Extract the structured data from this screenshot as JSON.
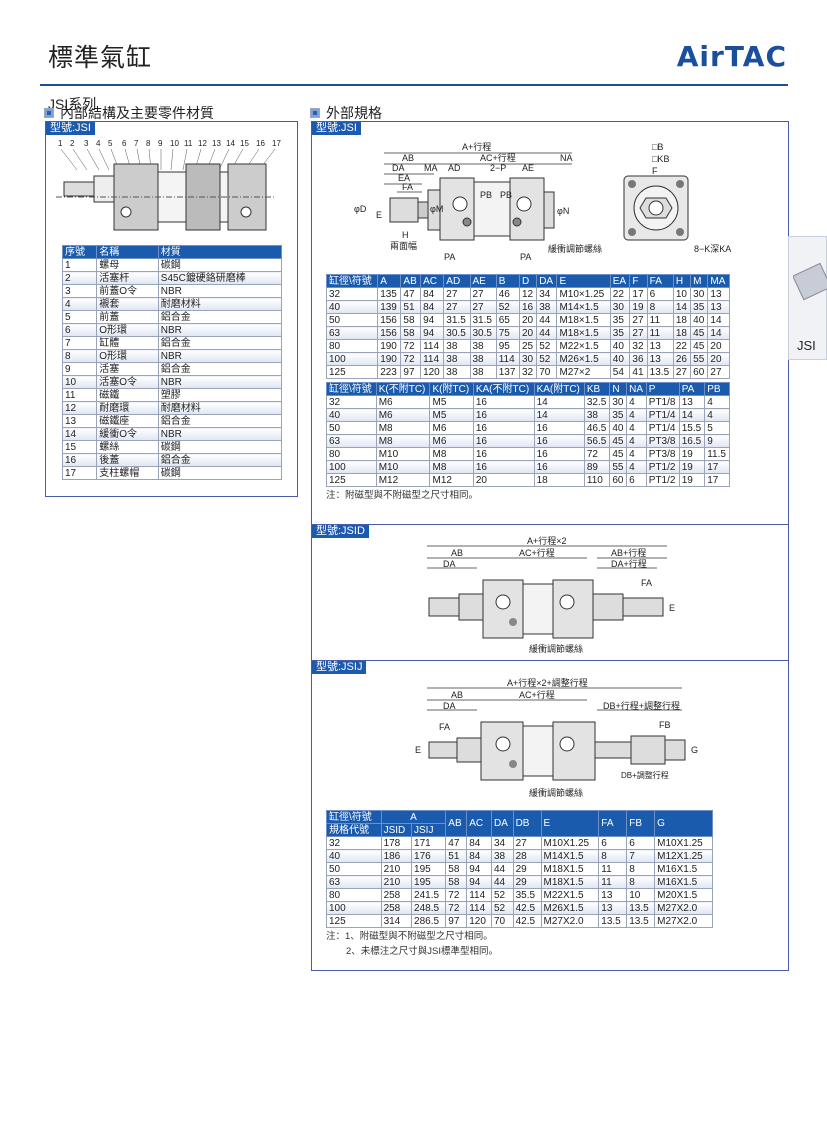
{
  "header": {
    "title": "標準氣缸",
    "logo": "AirTAC",
    "series": "JSI系列"
  },
  "left": {
    "heading": "內部結構及主要零件材質",
    "tag": "型號:JSI",
    "callouts": [
      "1",
      "2",
      "3",
      "4",
      "5",
      "6",
      "7",
      "8",
      "9",
      "10",
      "11",
      "12",
      "13",
      "14",
      "15",
      "16",
      "17"
    ],
    "parts_table": {
      "headers": [
        "序號",
        "名稱",
        "材質"
      ],
      "rows": [
        [
          "1",
          "螺母",
          "碳鋼"
        ],
        [
          "2",
          "活塞杆",
          "S45C鍍硬鉻研磨棒"
        ],
        [
          "3",
          "前蓋O令",
          "NBR"
        ],
        [
          "4",
          "襯套",
          "耐磨材料"
        ],
        [
          "5",
          "前蓋",
          "鋁合金"
        ],
        [
          "6",
          "O形環",
          "NBR"
        ],
        [
          "7",
          "缸體",
          "鋁合金"
        ],
        [
          "8",
          "O形環",
          "NBR"
        ],
        [
          "9",
          "活塞",
          "鋁合金"
        ],
        [
          "10",
          "活塞O令",
          "NBR"
        ],
        [
          "11",
          "磁鐵",
          "塑膠"
        ],
        [
          "12",
          "耐磨環",
          "耐磨材料"
        ],
        [
          "13",
          "磁鐵座",
          "鋁合金"
        ],
        [
          "14",
          "緩衝O令",
          "NBR"
        ],
        [
          "15",
          "螺絲",
          "碳鋼"
        ],
        [
          "16",
          "後蓋",
          "鋁合金"
        ],
        [
          "17",
          "支柱螺帽",
          "碳鋼"
        ]
      ]
    }
  },
  "right": {
    "heading": "外部規格",
    "jsi": {
      "tag": "型號:JSI",
      "labels": {
        "a": "A+行程",
        "ab": "AB",
        "ac": "AC+行程",
        "na": "NA",
        "da": "DA",
        "ma": "MA",
        "ad": "AD",
        "p": "2−P",
        "ae": "AE",
        "ea": "EA",
        "fa": "FA",
        "pb1": "PB",
        "pb2": "PB",
        "d": "φD",
        "e": "E",
        "m": "φM",
        "n": "φN",
        "h": "H",
        "hw": "兩面幅",
        "pa1": "PA",
        "pa2": "PA",
        "cushion": "緩衝調節螺絲",
        "b": "□B",
        "kb": "□KB",
        "f": "F",
        "k": "8−K深KA"
      },
      "table1": {
        "headers": [
          "缸徑\\符號",
          "A",
          "AB",
          "AC",
          "AD",
          "AE",
          "B",
          "D",
          "DA",
          "E",
          "EA",
          "F",
          "FA",
          "H",
          "M",
          "MA"
        ],
        "rows": [
          [
            "32",
            "135",
            "47",
            "84",
            "27",
            "27",
            "46",
            "12",
            "34",
            "M10×1.25",
            "22",
            "17",
            "6",
            "10",
            "30",
            "13"
          ],
          [
            "40",
            "139",
            "51",
            "84",
            "27",
            "27",
            "52",
            "16",
            "38",
            "M14×1.5",
            "30",
            "19",
            "8",
            "14",
            "35",
            "13"
          ],
          [
            "50",
            "156",
            "58",
            "94",
            "31.5",
            "31.5",
            "65",
            "20",
            "44",
            "M18×1.5",
            "35",
            "27",
            "11",
            "18",
            "40",
            "14"
          ],
          [
            "63",
            "156",
            "58",
            "94",
            "30.5",
            "30.5",
            "75",
            "20",
            "44",
            "M18×1.5",
            "35",
            "27",
            "11",
            "18",
            "45",
            "14"
          ],
          [
            "80",
            "190",
            "72",
            "114",
            "38",
            "38",
            "95",
            "25",
            "52",
            "M22×1.5",
            "40",
            "32",
            "13",
            "22",
            "45",
            "20"
          ],
          [
            "100",
            "190",
            "72",
            "114",
            "38",
            "38",
            "114",
            "30",
            "52",
            "M26×1.5",
            "40",
            "36",
            "13",
            "26",
            "55",
            "20"
          ],
          [
            "125",
            "223",
            "97",
            "120",
            "38",
            "38",
            "137",
            "32",
            "70",
            "M27×2",
            "54",
            "41",
            "13.5",
            "27",
            "60",
            "27"
          ]
        ]
      },
      "table2": {
        "headers": [
          "缸徑\\符號",
          "K(不附TC)",
          "K(附TC)",
          "KA(不附TC)",
          "KA(附TC)",
          "KB",
          "N",
          "NA",
          "P",
          "PA",
          "PB"
        ],
        "rows": [
          [
            "32",
            "M6",
            "M5",
            "16",
            "14",
            "32.5",
            "30",
            "4",
            "PT1/8",
            "13",
            "4"
          ],
          [
            "40",
            "M6",
            "M5",
            "16",
            "14",
            "38",
            "35",
            "4",
            "PT1/4",
            "14",
            "4"
          ],
          [
            "50",
            "M8",
            "M6",
            "16",
            "16",
            "46.5",
            "40",
            "4",
            "PT1/4",
            "15.5",
            "5"
          ],
          [
            "63",
            "M8",
            "M6",
            "16",
            "16",
            "56.5",
            "45",
            "4",
            "PT3/8",
            "16.5",
            "9"
          ],
          [
            "80",
            "M10",
            "M8",
            "16",
            "16",
            "72",
            "45",
            "4",
            "PT3/8",
            "19",
            "11.5"
          ],
          [
            "100",
            "M10",
            "M8",
            "16",
            "16",
            "89",
            "55",
            "4",
            "PT1/2",
            "19",
            "17"
          ],
          [
            "125",
            "M12",
            "M12",
            "20",
            "18",
            "110",
            "60",
            "6",
            "PT1/2",
            "19",
            "17"
          ]
        ]
      },
      "note": "注：附磁型與不附磁型之尺寸相同。"
    },
    "jsid": {
      "tag": "型號:JSID",
      "labels": {
        "a": "A+行程×2",
        "ab": "AB",
        "ac": "AC+行程",
        "ab2": "AB+行程",
        "da": "DA",
        "da2": "DA+行程",
        "fa": "FA",
        "e": "E",
        "cushion": "緩衝調節螺絲"
      }
    },
    "jsij": {
      "tag": "型號:JSIJ",
      "labels": {
        "a": "A+行程×2+調整行程",
        "ab": "AB",
        "ac": "AC+行程",
        "da": "DA",
        "db": "DB+行程+調整行程",
        "fa": "FA",
        "fb": "FB",
        "e": "E",
        "g": "G",
        "adj": "DB+調整行程",
        "cushion": "緩衝調節螺絲"
      },
      "table3": {
        "headers_top": [
          "缸徑\\符號",
          "A",
          "AB",
          "AC",
          "DA",
          "DB",
          "E",
          "FA",
          "FB",
          "G"
        ],
        "headers_sub": [
          "規格代號",
          "JSID",
          "JSIJ"
        ],
        "rows": [
          [
            "32",
            "178",
            "171",
            "47",
            "84",
            "34",
            "27",
            "M10X1.25",
            "6",
            "6",
            "M10X1.25"
          ],
          [
            "40",
            "186",
            "176",
            "51",
            "84",
            "38",
            "28",
            "M14X1.5",
            "8",
            "7",
            "M12X1.25"
          ],
          [
            "50",
            "210",
            "195",
            "58",
            "94",
            "44",
            "29",
            "M18X1.5",
            "11",
            "8",
            "M16X1.5"
          ],
          [
            "63",
            "210",
            "195",
            "58",
            "94",
            "44",
            "29",
            "M18X1.5",
            "11",
            "8",
            "M16X1.5"
          ],
          [
            "80",
            "258",
            "241.5",
            "72",
            "114",
            "52",
            "35.5",
            "M22X1.5",
            "13",
            "10",
            "M20X1.5"
          ],
          [
            "100",
            "258",
            "248.5",
            "72",
            "114",
            "52",
            "42.5",
            "M26X1.5",
            "13",
            "13.5",
            "M27X2.0"
          ],
          [
            "125",
            "314",
            "286.5",
            "97",
            "120",
            "70",
            "42.5",
            "M27X2.0",
            "13.5",
            "13.5",
            "M27X2.0"
          ]
        ]
      },
      "notes": [
        "注：1、附磁型與不附磁型之尺寸相同。",
        "2、未標注之尺寸與JSI標準型相同。"
      ]
    }
  },
  "side_tab": {
    "label": "JSI"
  },
  "colors": {
    "accent": "#1b5bad",
    "border": "#4a5aa8"
  }
}
